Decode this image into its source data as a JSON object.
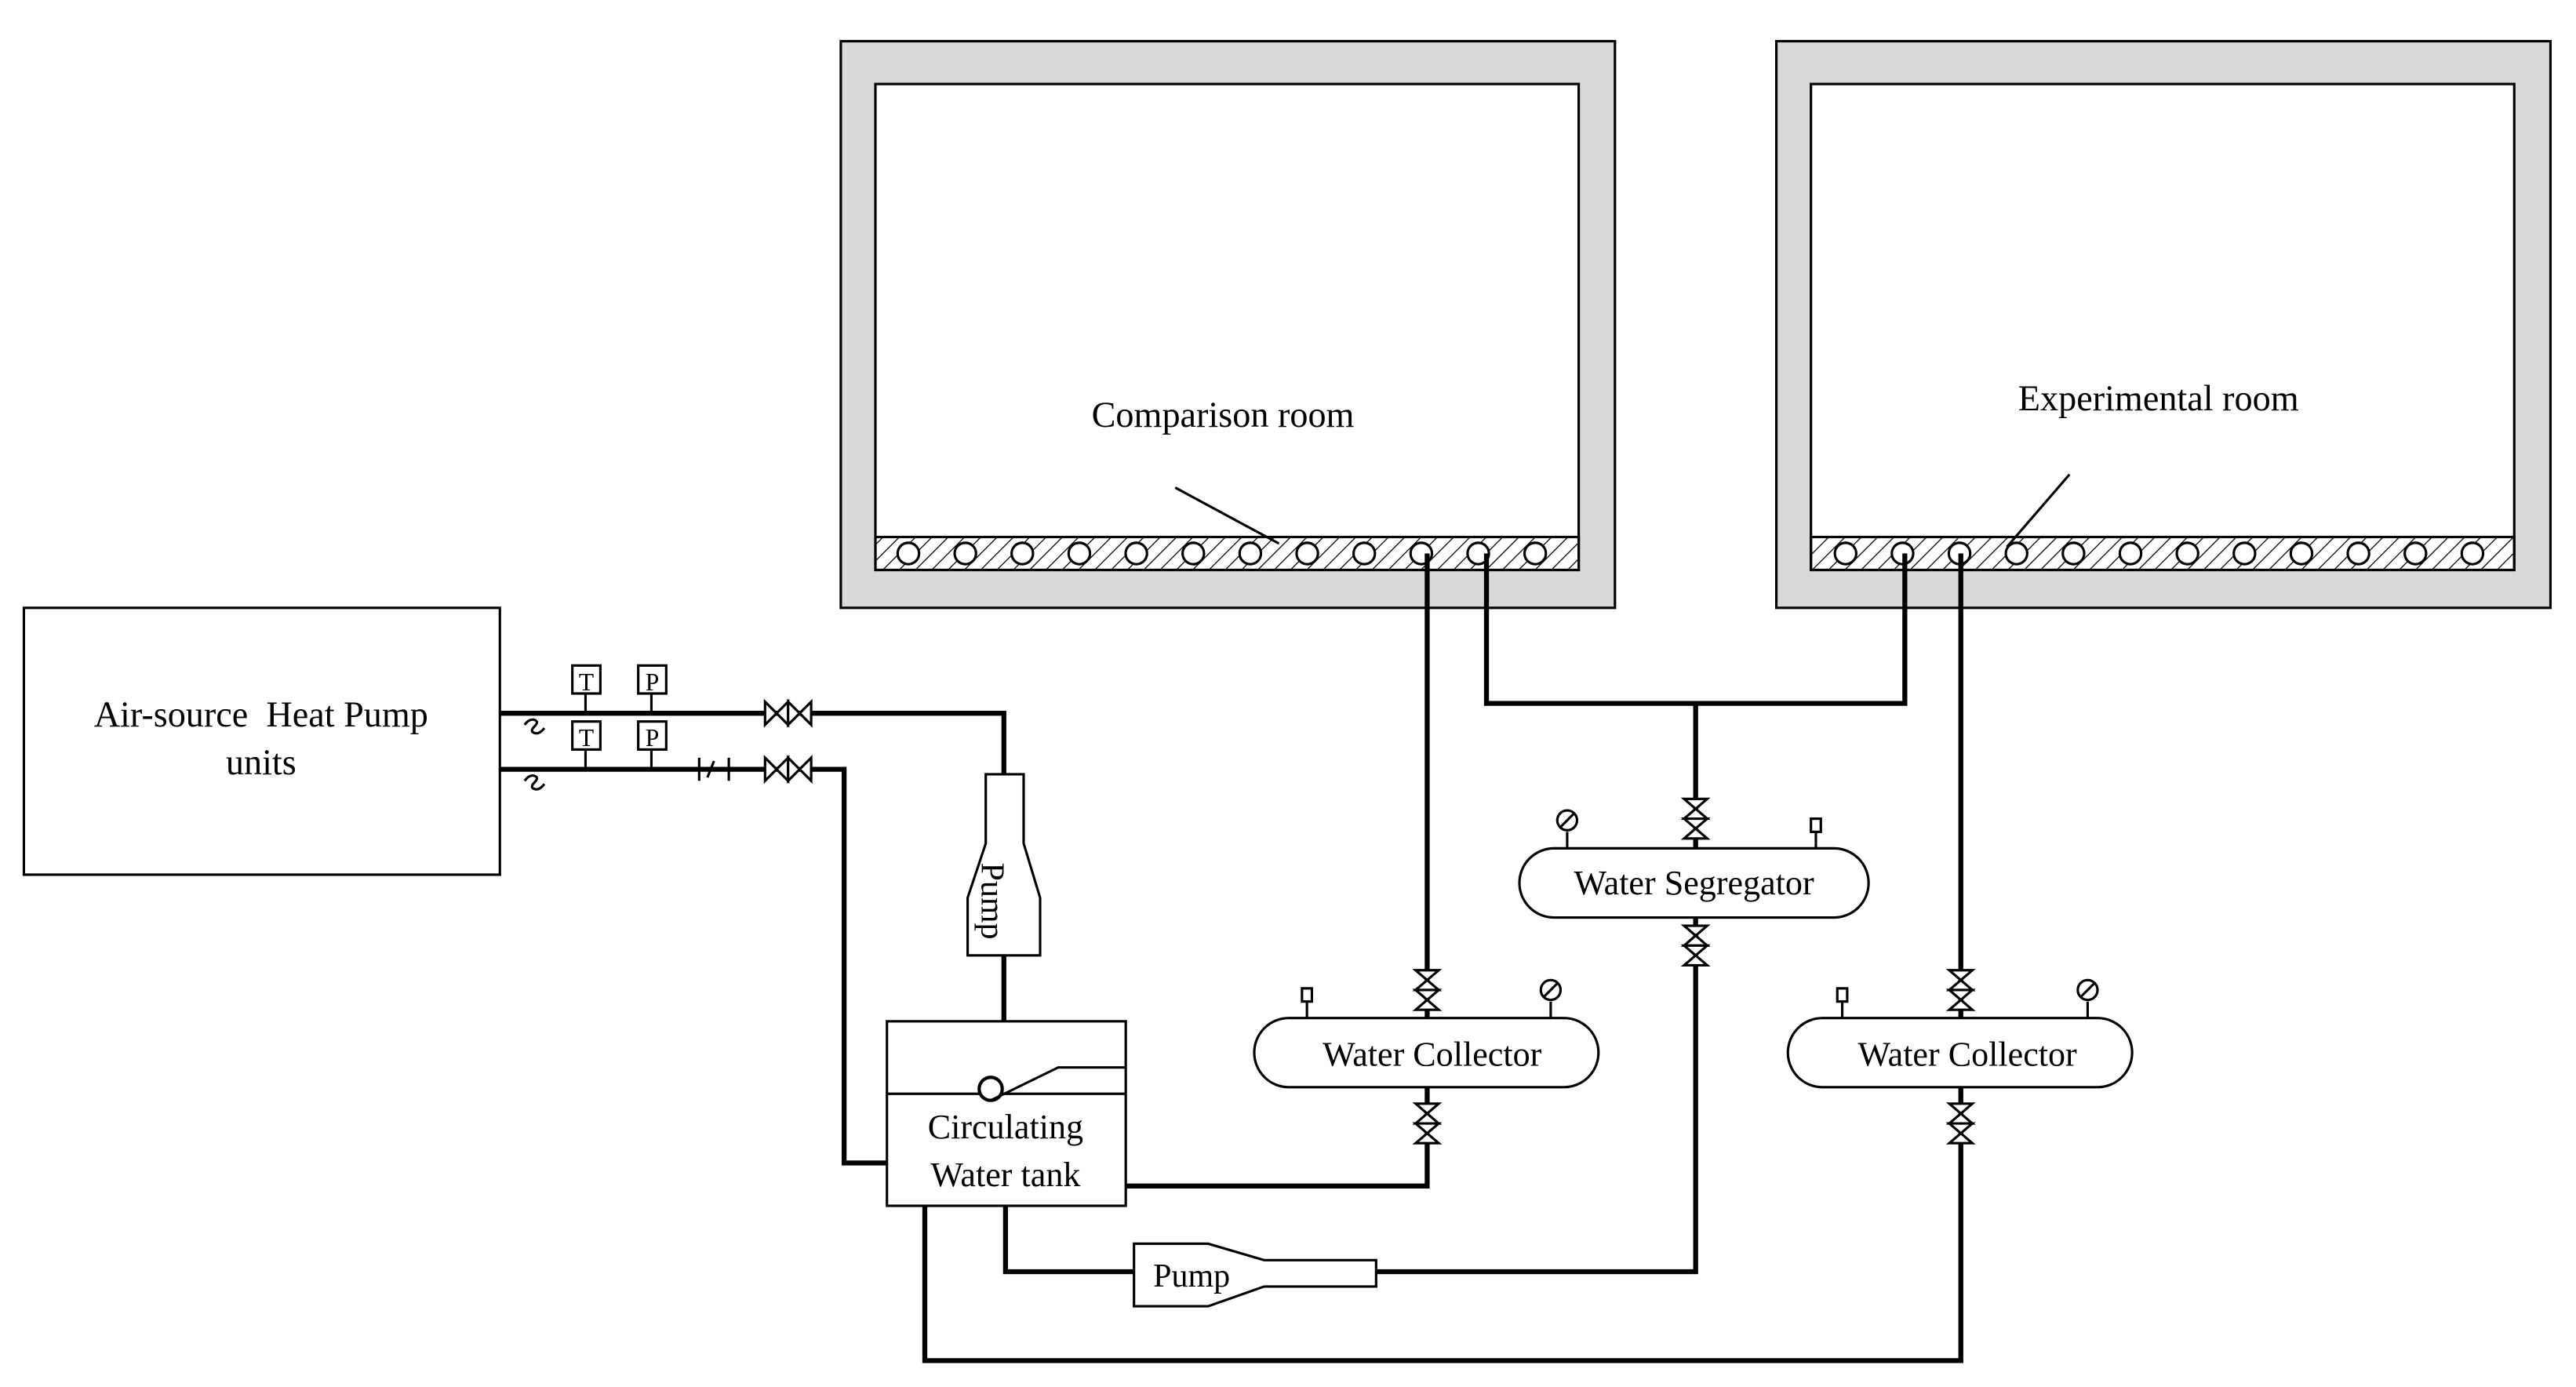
{
  "labels": {
    "heat_pump": [
      "Air-source  Heat Pump",
      "units"
    ],
    "comparison_room": "Comparison room",
    "experimental_room": "Experimental room",
    "pump_vertical": "Pump",
    "pump_horizontal": "Pump",
    "tank": [
      "Circulating",
      "Water tank"
    ],
    "water_segregator": "Water Segregator",
    "water_collector_left": "Water Collector",
    "water_collector_right": "Water Collector",
    "sensor_t": "T",
    "sensor_p": "P"
  },
  "colors": {
    "line": "#000000",
    "wall": "#d9d9d9",
    "room_fill": "#ffffff"
  }
}
